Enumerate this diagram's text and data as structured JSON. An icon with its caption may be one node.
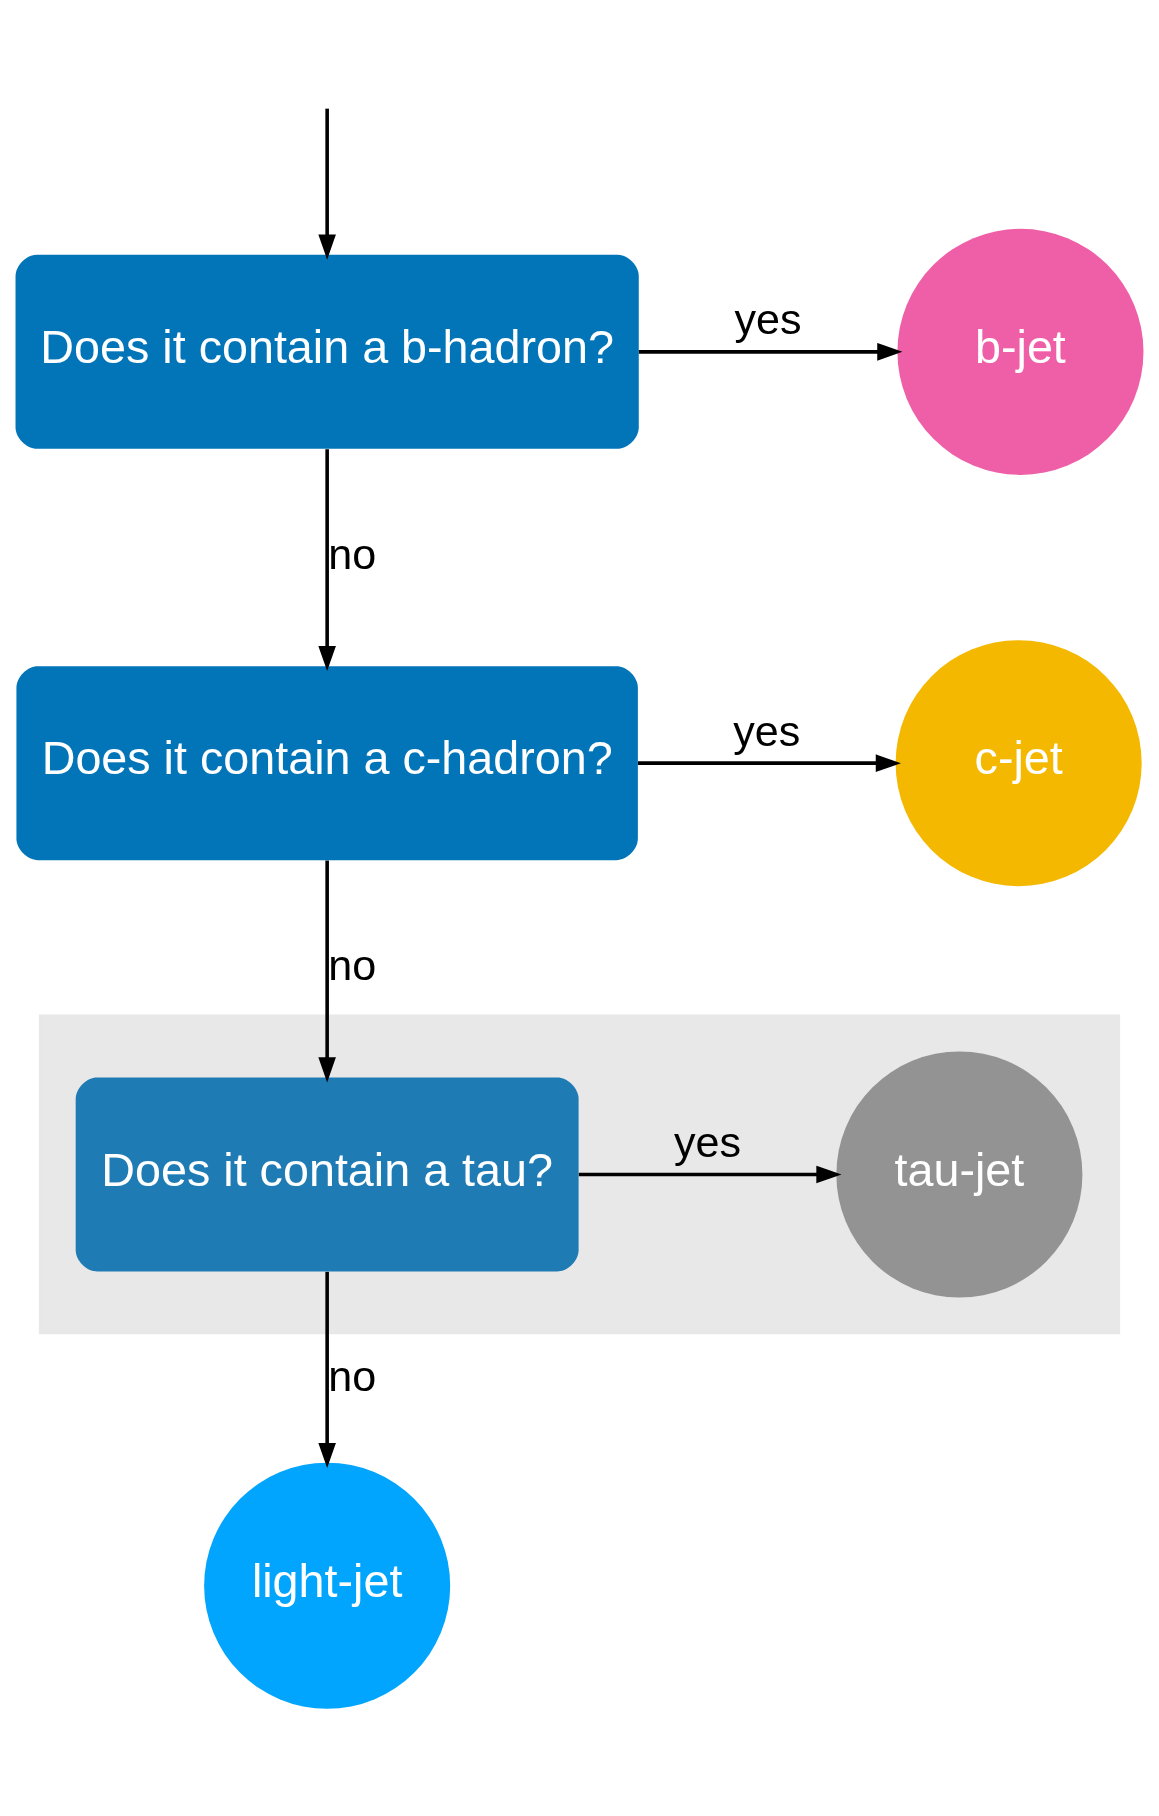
{
  "diagram": {
    "nodes": [
      {
        "text": [
          "Does it contain a b-hadron?"
        ]
      },
      {
        "text": [
          "b-jet"
        ]
      },
      {
        "text": [
          "Does it contain a c-hadron?"
        ]
      },
      {
        "text": [
          "c-jet"
        ]
      },
      {
        "text": [],
        "shape": "box"
      },
      {
        "text": [
          "Does it contain a tau?"
        ],
        "in": 4
      },
      {
        "text": [
          "tau-jet"
        ],
        "in": 4
      },
      {
        "text": [
          "light-jet"
        ]
      }
    ],
    "edges": [
      {
        "from": null,
        "to": 0,
        "arrow": "to"
      },
      {
        "from": 0,
        "to": 1,
        "label": "yes",
        "arrow": "to"
      },
      {
        "from": 0,
        "to": 2,
        "label": "no",
        "arrow": "to"
      },
      {
        "from": 2,
        "to": 3,
        "label": "yes",
        "arrow": "to"
      },
      {
        "from": 2,
        "to": 5,
        "label": "no",
        "arrow": "to"
      },
      {
        "from": 5,
        "to": 6,
        "label": "yes",
        "arrow": "to"
      },
      {
        "from": 5,
        "to": 7,
        "label": "no",
        "arrow": "to"
      }
    ]
  }
}
